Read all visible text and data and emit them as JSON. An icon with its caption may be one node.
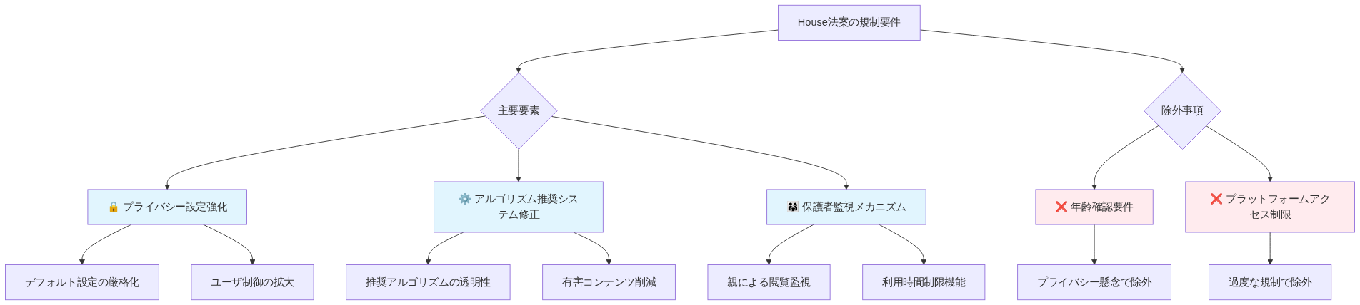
{
  "diagram": {
    "nodes": [
      {
        "text": [
          "House法案の規制要件"
        ]
      },
      {
        "text": [
          "主要要素"
        ]
      },
      {
        "text": [
          "除外事項"
        ]
      },
      {
        "text": [
          "🔒 プライバシー設定強化"
        ]
      },
      {
        "text": [
          "⚙️ アルゴリズム推奨システム修正"
        ]
      },
      {
        "text": [
          "👨‍👩‍👧 保護者監視メカニズム"
        ]
      },
      {
        "text": [
          "❌ 年齢確認要件"
        ]
      },
      {
        "text": [
          "❌ プラットフォームアクセス制限"
        ]
      },
      {
        "text": [
          "デフォルト設定の厳格化"
        ]
      },
      {
        "text": [
          "ユーザ制御の拡大"
        ]
      },
      {
        "text": [
          "推奨アルゴリズムの透明性"
        ]
      },
      {
        "text": [
          "有害コンテンツ削減"
        ]
      },
      {
        "text": [
          "親による閲覧監視"
        ]
      },
      {
        "text": [
          "利用時間制限機能"
        ]
      },
      {
        "text": [
          "プライバシー懸念で除外"
        ]
      },
      {
        "text": [
          "過度な規制で除外"
        ]
      }
    ],
    "edges": [
      {
        "from": 0,
        "to": 1,
        "arrow": "to"
      },
      {
        "from": 0,
        "to": 2,
        "arrow": "to"
      },
      {
        "from": 1,
        "to": 3,
        "arrow": "to"
      },
      {
        "from": 1,
        "to": 4,
        "arrow": "to"
      },
      {
        "from": 1,
        "to": 5,
        "arrow": "to"
      },
      {
        "from": 2,
        "to": 6,
        "arrow": "to"
      },
      {
        "from": 2,
        "to": 7,
        "arrow": "to"
      },
      {
        "from": 3,
        "to": 8,
        "arrow": "to"
      },
      {
        "from": 3,
        "to": 9,
        "arrow": "to"
      },
      {
        "from": 4,
        "to": 10,
        "arrow": "to"
      },
      {
        "from": 4,
        "to": 11,
        "arrow": "to"
      },
      {
        "from": 5,
        "to": 12,
        "arrow": "to"
      },
      {
        "from": 5,
        "to": 13,
        "arrow": "to"
      },
      {
        "from": 6,
        "to": 14,
        "arrow": "to"
      },
      {
        "from": 7,
        "to": 15,
        "arrow": "to"
      }
    ]
  }
}
